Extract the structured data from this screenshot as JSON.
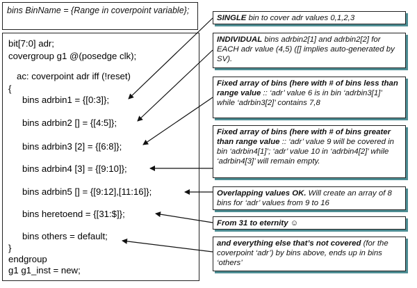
{
  "header_note": "bins BinName = {Range in coverpoint variable};",
  "code_lines": [
    "bit[7:0] adr;",
    "covergroup g1 @(posedge clk);",
    "ac: coverpoint adr iff (!reset)",
    "{",
    "bins adrbin1 = {[0:3]};",
    "bins adrbin2 [] = {[4:5]};",
    "bins adrbin3 [2] = {[6:8]};",
    "bins adrbin4 [3] = {[9:10]};",
    "bins adrbin5 [] = {[9:12],[11:16]};",
    "bins heretoend = {[31:$]};",
    "bins others = default;",
    "}",
    "endgroup",
    "g1 g1_inst = new;"
  ],
  "notes": [
    {
      "id": "note-single",
      "html_bold": "SINGLE",
      "text": " bin to cover adr values 0,1,2,3"
    },
    {
      "id": "note-individual",
      "html_bold": "INDIVIDUAL",
      "text": " bins adrbin2[1] and adrbin2[2] for EACH adr value (4,5) ([] implies auto-generated by SV)."
    },
    {
      "id": "note-fixed-less",
      "html_bold": "",
      "bold_text": "Fixed array of bins (here with # of bins less than range value",
      "text": " :: ‘adr’ value 6 is in bin ‘adrbin3[1]’ while ‘adrbin3[2]’ contains 7,8"
    },
    {
      "id": "note-fixed-greater",
      "html_bold": "",
      "bold_text": "Fixed array of bins (here with # of bins greater  than range value",
      "text": " :: ‘adr’ value 9 will be covered in bin ‘adrbin4[1]’; ‘adr’ value 10 in ‘adrbin4[2]’ while ‘adrbin4[3]’ will remain empty."
    },
    {
      "id": "note-overlap",
      "html_bold": "",
      "bold_text": "Overlapping values OK.",
      "text": " Will create an array of 8 bins for ‘adr’ values from 9 to 16"
    },
    {
      "id": "note-eternity",
      "html_bold": "",
      "bold_text": "From 31 to eternity",
      "text": " ☺"
    },
    {
      "id": "note-default",
      "html_bold": "",
      "bold_text": "and everything else that’s not covered",
      "text": " (for the coverpoint ‘adr’) by bins above, ends up in bins ‘others’"
    }
  ],
  "colors": {
    "shadow": "#4d8d93",
    "border": "#222222",
    "text": "#111111"
  }
}
